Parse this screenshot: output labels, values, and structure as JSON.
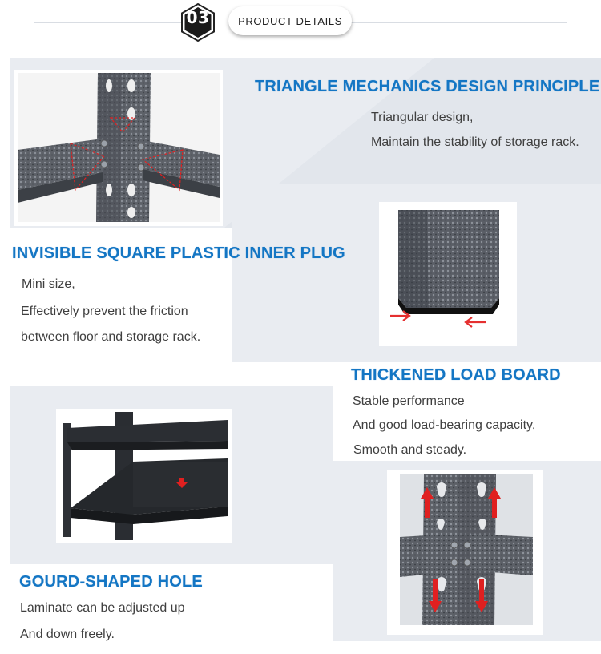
{
  "header": {
    "number": "03",
    "title": "PRODUCT DETAILS"
  },
  "sections": [
    {
      "title": "TRIANGLE MECHANICS DESIGN PRINCIPLE",
      "lines": [
        "Triangular design,",
        "Maintain the stability of storage rack."
      ]
    },
    {
      "title": "INVISIBLE SQUARE PLASTIC INNER PLUG",
      "lines": [
        "Mini size,",
        "Effectively prevent the friction",
        "between floor and storage rack."
      ]
    },
    {
      "title": "THICKENED LOAD BOARD",
      "lines": [
        "Stable performance",
        "And good load-bearing capacity,",
        "Smooth and steady."
      ]
    },
    {
      "title": "GOURD-SHAPED HOLE",
      "lines": [
        "Laminate can be adjusted up",
        "And down freely."
      ]
    }
  ],
  "colors": {
    "heading": "#1476c4",
    "body_text": "#3f3f3f",
    "panel": "#e9ecf1",
    "accent_arrow": "#e02020"
  }
}
